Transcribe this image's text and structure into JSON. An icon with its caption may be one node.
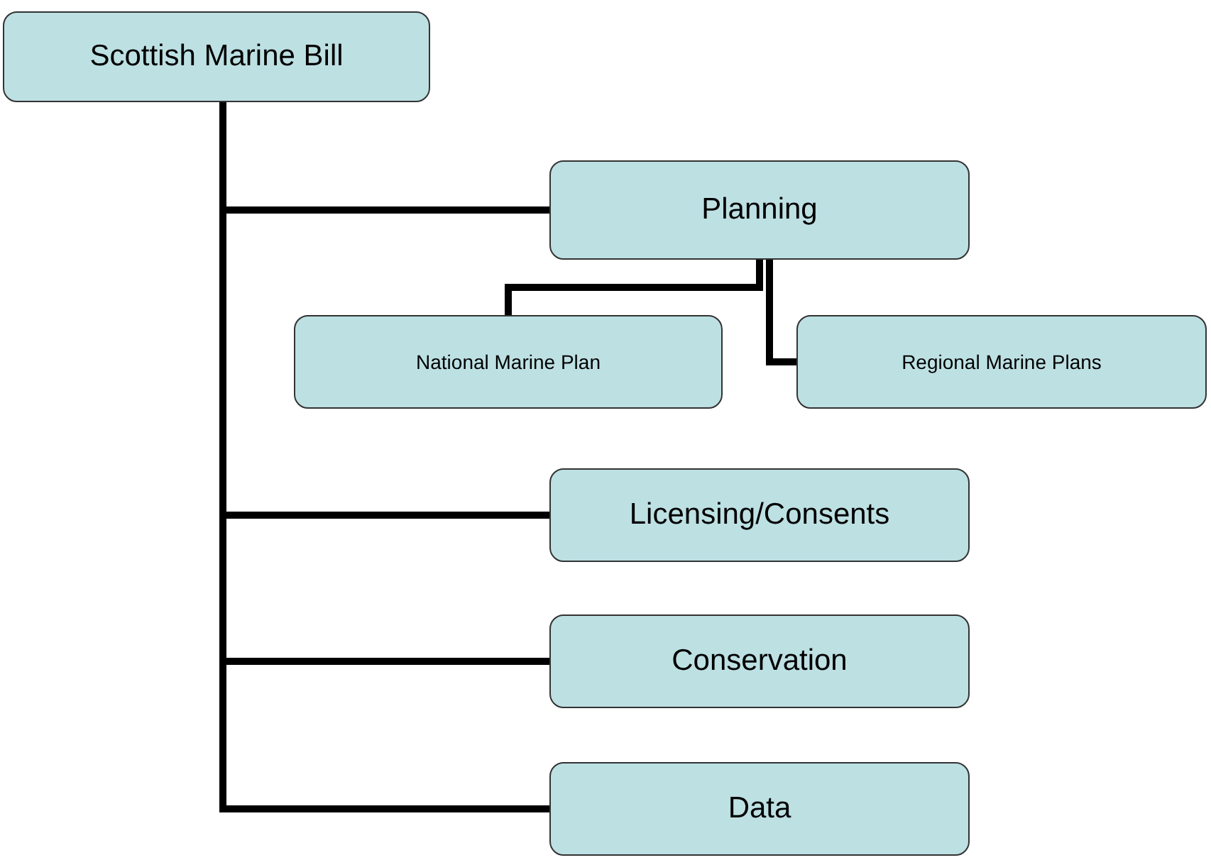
{
  "diagram": {
    "nodes": [
      {
        "text": [
          "Scottish Marine Bill"
        ]
      },
      {
        "text": [
          "Planning"
        ]
      },
      {
        "text": [
          "National Marine Plan"
        ]
      },
      {
        "text": [
          "Regional Marine Plans"
        ]
      },
      {
        "text": [
          "Licensing/Consents"
        ]
      },
      {
        "text": [
          "Conservation"
        ]
      },
      {
        "text": [
          "Data"
        ]
      }
    ],
    "edges": [
      {
        "from": 0,
        "to": 1,
        "arrow": "none"
      },
      {
        "from": 1,
        "to": 2,
        "arrow": "none"
      },
      {
        "from": 1,
        "to": 3,
        "arrow": "none"
      },
      {
        "from": 0,
        "to": 4,
        "arrow": "none"
      },
      {
        "from": 0,
        "to": 5,
        "arrow": "none"
      },
      {
        "from": 0,
        "to": 6,
        "arrow": "none"
      }
    ]
  }
}
